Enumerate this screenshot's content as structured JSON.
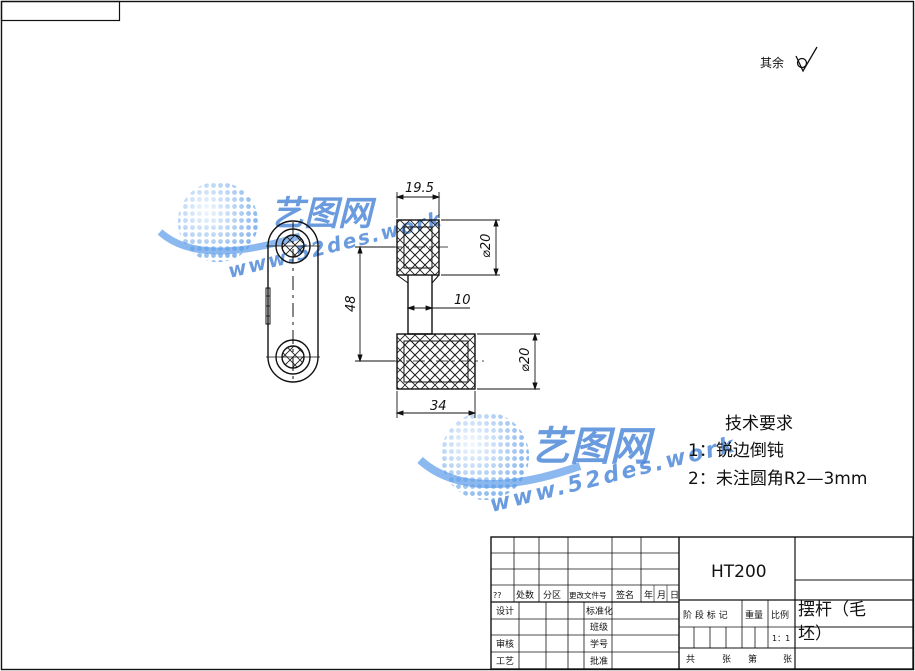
{
  "roughness": {
    "label": "其余"
  },
  "dimensions": {
    "top_width": "19.5",
    "upper_diameter": "⌀20",
    "center_distance": "48",
    "web_thickness": "10",
    "lower_diameter": "⌀20",
    "overall_width": "34"
  },
  "tech_requirements": {
    "title": "技术要求",
    "items": [
      "1：锐边倒钝",
      "2：未注圆角R2—3mm"
    ]
  },
  "watermark": {
    "brand": "艺图网",
    "url": "www.52des.work"
  },
  "title_block": {
    "material": "HT200",
    "part_name_line1": "摆杆（毛",
    "part_name_line2": "坯）",
    "row_marks": "??",
    "headers": [
      "处数",
      "分区",
      "更改文件号",
      "签名",
      "年",
      "月",
      "日"
    ],
    "left_labels": [
      "设计",
      "审核",
      "工艺"
    ],
    "mid_labels": [
      "标准化",
      "班级",
      "学号",
      "批准"
    ],
    "stage_headers": [
      "阶 段 标 记",
      "重量",
      "比例"
    ],
    "scale": "1：1",
    "sheet_text": [
      "共",
      "张",
      "第",
      "张"
    ]
  }
}
